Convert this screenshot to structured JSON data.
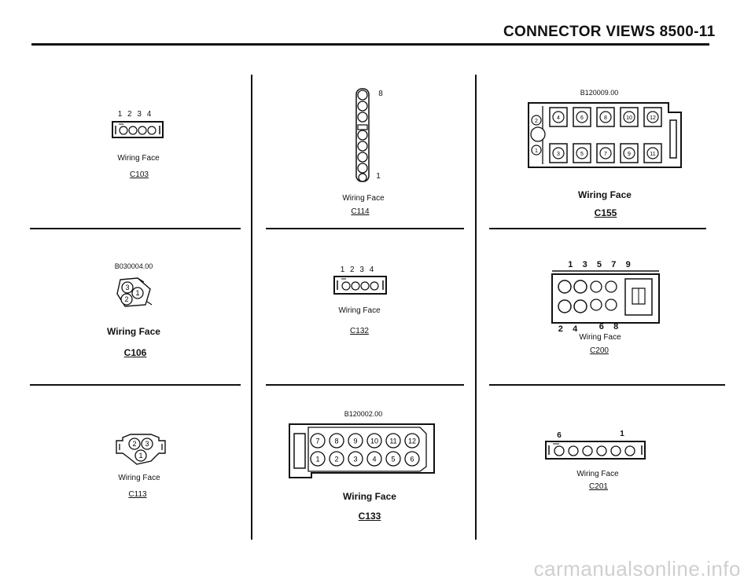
{
  "header": {
    "title": "CONNECTOR VIEWS   8500-11"
  },
  "wiring_face_label": "Wiring Face",
  "connectors": {
    "c103": {
      "id": "C103",
      "pins_top": "1  2  3  4"
    },
    "c114": {
      "id": "C114",
      "pin_high": "8",
      "pin_low": "1"
    },
    "c155": {
      "id": "C155",
      "code": "B120009.00",
      "pins_top": [
        "4",
        "6",
        "8",
        "10",
        "12"
      ],
      "pins_bottom": [
        "3",
        "5",
        "7",
        "9",
        "11"
      ],
      "pins_left": [
        "2",
        "1"
      ]
    },
    "c106": {
      "id": "C106",
      "code": "B030004.00",
      "pins": [
        "3",
        "1",
        "2"
      ]
    },
    "c132": {
      "id": "C132",
      "pins_top": "1  2  3  4"
    },
    "c200": {
      "id": "C200",
      "pins_top": "1    3    5    7    9",
      "pins_bottom_a": "2    4",
      "pins_bottom_b": "6    8"
    },
    "c113": {
      "id": "C113",
      "pins": [
        "2",
        "3",
        "1"
      ]
    },
    "c133": {
      "id": "C133",
      "code": "B120002.00",
      "pins_top": [
        "7",
        "8",
        "9",
        "10",
        "11",
        "12"
      ],
      "pins_bottom": [
        "1",
        "2",
        "3",
        "4",
        "5",
        "6"
      ]
    },
    "c201": {
      "id": "C201",
      "pin_left": "6",
      "pin_right": "1"
    }
  },
  "footer": {
    "watermark": "carmanualsonline.info"
  }
}
